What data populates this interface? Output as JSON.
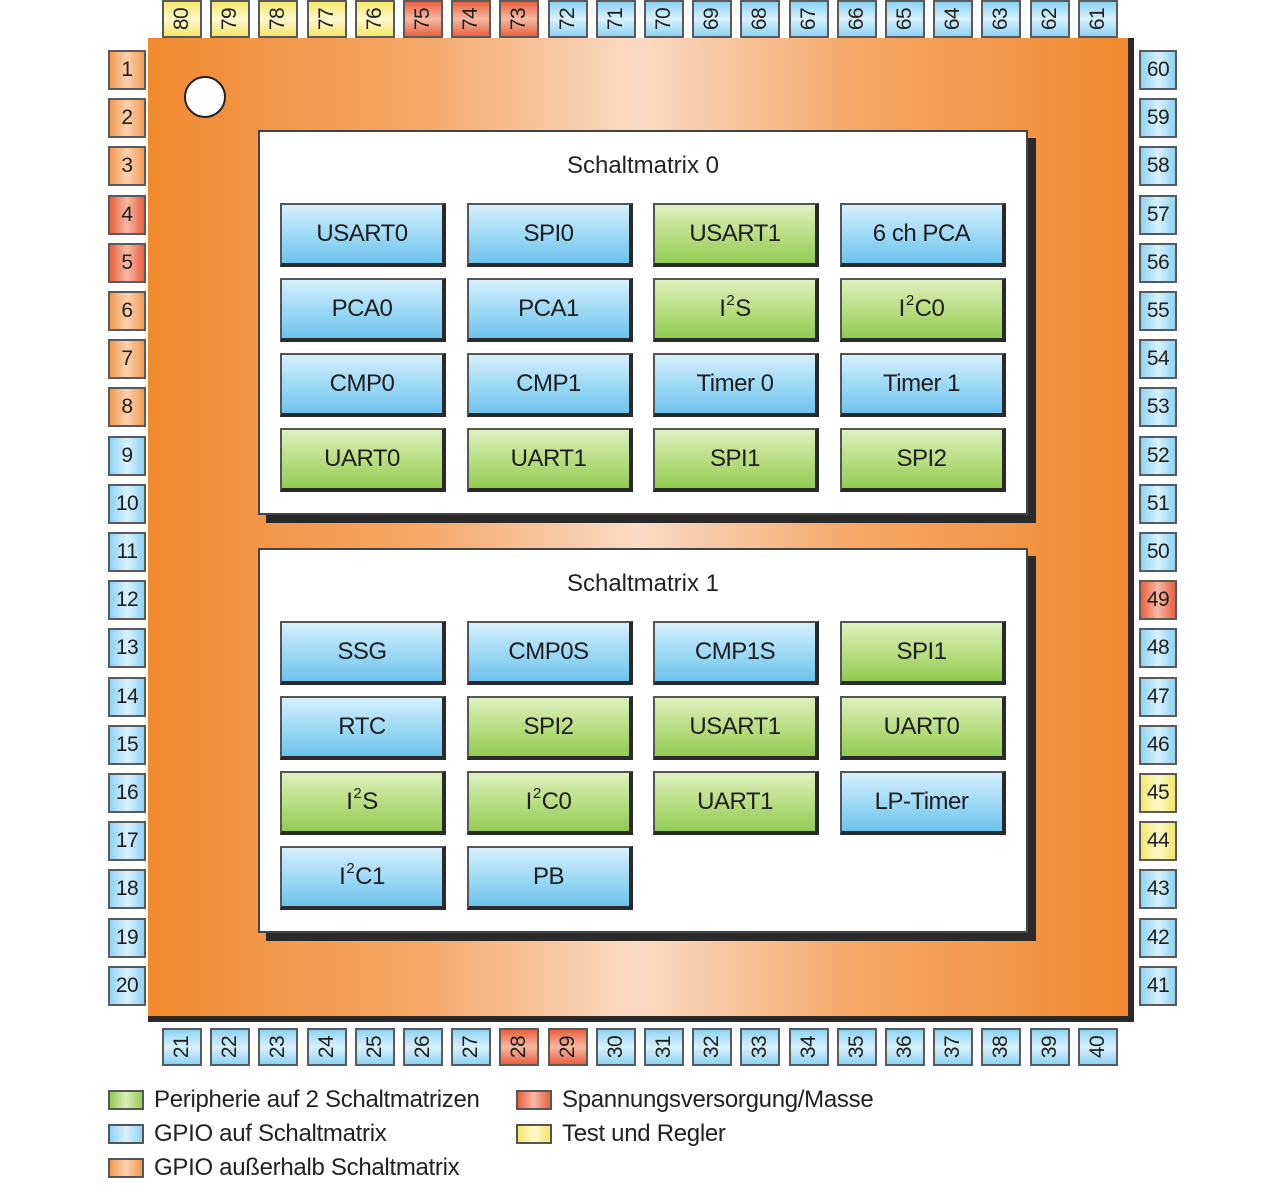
{
  "pins": {
    "left": [
      {
        "n": "1",
        "t": "ext"
      },
      {
        "n": "2",
        "t": "ext"
      },
      {
        "n": "3",
        "t": "ext"
      },
      {
        "n": "4",
        "t": "power"
      },
      {
        "n": "5",
        "t": "power"
      },
      {
        "n": "6",
        "t": "ext"
      },
      {
        "n": "7",
        "t": "ext"
      },
      {
        "n": "8",
        "t": "ext"
      },
      {
        "n": "9",
        "t": "gpio"
      },
      {
        "n": "10",
        "t": "gpio"
      },
      {
        "n": "11",
        "t": "gpio"
      },
      {
        "n": "12",
        "t": "gpio"
      },
      {
        "n": "13",
        "t": "gpio"
      },
      {
        "n": "14",
        "t": "gpio"
      },
      {
        "n": "15",
        "t": "gpio"
      },
      {
        "n": "16",
        "t": "gpio"
      },
      {
        "n": "17",
        "t": "gpio"
      },
      {
        "n": "18",
        "t": "gpio"
      },
      {
        "n": "19",
        "t": "gpio"
      },
      {
        "n": "20",
        "t": "gpio"
      }
    ],
    "bottom": [
      {
        "n": "21",
        "t": "gpio"
      },
      {
        "n": "22",
        "t": "gpio"
      },
      {
        "n": "23",
        "t": "gpio"
      },
      {
        "n": "24",
        "t": "gpio"
      },
      {
        "n": "25",
        "t": "gpio"
      },
      {
        "n": "26",
        "t": "gpio"
      },
      {
        "n": "27",
        "t": "gpio"
      },
      {
        "n": "28",
        "t": "power"
      },
      {
        "n": "29",
        "t": "power"
      },
      {
        "n": "30",
        "t": "gpio"
      },
      {
        "n": "31",
        "t": "gpio"
      },
      {
        "n": "32",
        "t": "gpio"
      },
      {
        "n": "33",
        "t": "gpio"
      },
      {
        "n": "34",
        "t": "gpio"
      },
      {
        "n": "35",
        "t": "gpio"
      },
      {
        "n": "36",
        "t": "gpio"
      },
      {
        "n": "37",
        "t": "gpio"
      },
      {
        "n": "38",
        "t": "gpio"
      },
      {
        "n": "39",
        "t": "gpio"
      },
      {
        "n": "40",
        "t": "gpio"
      }
    ],
    "right": [
      {
        "n": "60",
        "t": "gpio"
      },
      {
        "n": "59",
        "t": "gpio"
      },
      {
        "n": "58",
        "t": "gpio"
      },
      {
        "n": "57",
        "t": "gpio"
      },
      {
        "n": "56",
        "t": "gpio"
      },
      {
        "n": "55",
        "t": "gpio"
      },
      {
        "n": "54",
        "t": "gpio"
      },
      {
        "n": "53",
        "t": "gpio"
      },
      {
        "n": "52",
        "t": "gpio"
      },
      {
        "n": "51",
        "t": "gpio"
      },
      {
        "n": "50",
        "t": "gpio"
      },
      {
        "n": "49",
        "t": "power"
      },
      {
        "n": "48",
        "t": "gpio"
      },
      {
        "n": "47",
        "t": "gpio"
      },
      {
        "n": "46",
        "t": "gpio"
      },
      {
        "n": "45",
        "t": "test"
      },
      {
        "n": "44",
        "t": "test"
      },
      {
        "n": "43",
        "t": "gpio"
      },
      {
        "n": "42",
        "t": "gpio"
      },
      {
        "n": "41",
        "t": "gpio"
      }
    ],
    "top": [
      {
        "n": "80",
        "t": "test"
      },
      {
        "n": "79",
        "t": "test"
      },
      {
        "n": "78",
        "t": "test"
      },
      {
        "n": "77",
        "t": "test"
      },
      {
        "n": "76",
        "t": "test"
      },
      {
        "n": "75",
        "t": "power"
      },
      {
        "n": "74",
        "t": "power"
      },
      {
        "n": "73",
        "t": "power"
      },
      {
        "n": "72",
        "t": "gpio"
      },
      {
        "n": "71",
        "t": "gpio"
      },
      {
        "n": "70",
        "t": "gpio"
      },
      {
        "n": "69",
        "t": "gpio"
      },
      {
        "n": "68",
        "t": "gpio"
      },
      {
        "n": "67",
        "t": "gpio"
      },
      {
        "n": "66",
        "t": "gpio"
      },
      {
        "n": "65",
        "t": "gpio"
      },
      {
        "n": "64",
        "t": "gpio"
      },
      {
        "n": "63",
        "t": "gpio"
      },
      {
        "n": "62",
        "t": "gpio"
      },
      {
        "n": "61",
        "t": "gpio"
      }
    ]
  },
  "matrices": [
    {
      "title": "Schaltmatrix 0",
      "blocks": [
        {
          "pre": "USART0",
          "sup": "",
          "post": "",
          "c": "blue"
        },
        {
          "pre": "SPI0",
          "sup": "",
          "post": "",
          "c": "blue"
        },
        {
          "pre": "USART1",
          "sup": "",
          "post": "",
          "c": "green"
        },
        {
          "pre": "6 ch PCA",
          "sup": "",
          "post": "",
          "c": "blue"
        },
        {
          "pre": "PCA0",
          "sup": "",
          "post": "",
          "c": "blue"
        },
        {
          "pre": "PCA1",
          "sup": "",
          "post": "",
          "c": "blue"
        },
        {
          "pre": "I",
          "sup": "2",
          "post": "S",
          "c": "green"
        },
        {
          "pre": "I",
          "sup": "2",
          "post": "C0",
          "c": "green"
        },
        {
          "pre": "CMP0",
          "sup": "",
          "post": "",
          "c": "blue"
        },
        {
          "pre": "CMP1",
          "sup": "",
          "post": "",
          "c": "blue"
        },
        {
          "pre": "Timer 0",
          "sup": "",
          "post": "",
          "c": "blue"
        },
        {
          "pre": "Timer 1",
          "sup": "",
          "post": "",
          "c": "blue"
        },
        {
          "pre": "UART0",
          "sup": "",
          "post": "",
          "c": "green"
        },
        {
          "pre": "UART1",
          "sup": "",
          "post": "",
          "c": "green"
        },
        {
          "pre": "SPI1",
          "sup": "",
          "post": "",
          "c": "green"
        },
        {
          "pre": "SPI2",
          "sup": "",
          "post": "",
          "c": "green"
        }
      ]
    },
    {
      "title": "Schaltmatrix 1",
      "blocks": [
        {
          "pre": "SSG",
          "sup": "",
          "post": "",
          "c": "blue"
        },
        {
          "pre": "CMP0S",
          "sup": "",
          "post": "",
          "c": "blue"
        },
        {
          "pre": "CMP1S",
          "sup": "",
          "post": "",
          "c": "blue"
        },
        {
          "pre": "SPI1",
          "sup": "",
          "post": "",
          "c": "green"
        },
        {
          "pre": "RTC",
          "sup": "",
          "post": "",
          "c": "blue"
        },
        {
          "pre": "SPI2",
          "sup": "",
          "post": "",
          "c": "green"
        },
        {
          "pre": "USART1",
          "sup": "",
          "post": "",
          "c": "green"
        },
        {
          "pre": "UART0",
          "sup": "",
          "post": "",
          "c": "green"
        },
        {
          "pre": "I",
          "sup": "2",
          "post": "S",
          "c": "green"
        },
        {
          "pre": "I",
          "sup": "2",
          "post": "C0",
          "c": "green"
        },
        {
          "pre": "UART1",
          "sup": "",
          "post": "",
          "c": "green"
        },
        {
          "pre": "LP-Timer",
          "sup": "",
          "post": "",
          "c": "blue"
        },
        {
          "pre": "I",
          "sup": "2",
          "post": "C1",
          "c": "blue"
        },
        {
          "pre": "PB",
          "sup": "",
          "post": "",
          "c": "blue"
        }
      ]
    }
  ],
  "legend": [
    {
      "label": "Peripherie auf 2 Schaltmatrizen",
      "t": "green"
    },
    {
      "label": "GPIO auf Schaltmatrix",
      "t": "gpio"
    },
    {
      "label": "GPIO außerhalb Schaltmatrix",
      "t": "ext"
    },
    {
      "label": "Spannungsversorgung/Masse",
      "t": "power"
    },
    {
      "label": "Test und Regler",
      "t": "test"
    }
  ]
}
